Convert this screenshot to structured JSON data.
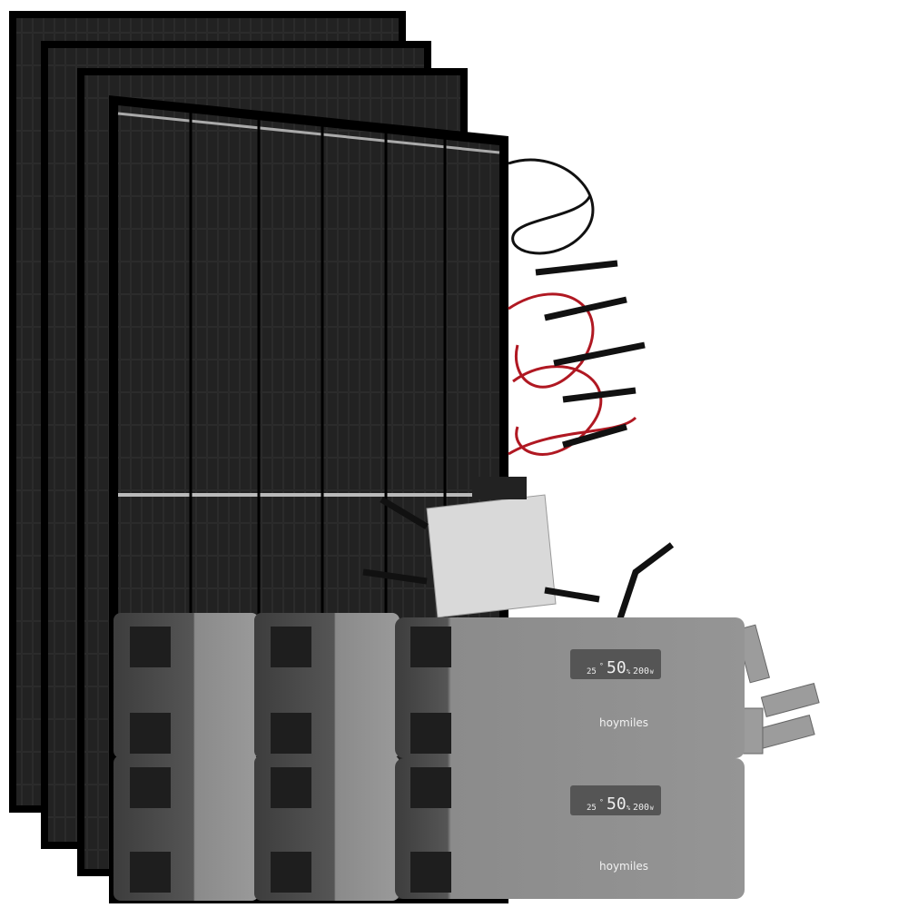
{
  "product": {
    "brand_logo": "hoymiles",
    "panel_count": 4,
    "battery_module_count": 6,
    "colors": {
      "panel": "#141414",
      "panel_frame": "#000000",
      "battery_dark": "#4a4a4a",
      "battery_light": "#8e8e8e",
      "inverter": "#d9d9d9",
      "cable_red": "#b01822",
      "cable_black": "#111111"
    }
  },
  "batteries": [
    {
      "display": {
        "soc": "50",
        "soc_unit": "%",
        "temp": "25",
        "temp_unit": "°",
        "power": "200",
        "power_unit": "W"
      },
      "logo": "hoymiles"
    },
    {
      "display": {
        "soc": "50",
        "soc_unit": "%",
        "temp": "25",
        "temp_unit": "°",
        "power": "200",
        "power_unit": "W"
      },
      "logo": "hoymiles"
    }
  ]
}
